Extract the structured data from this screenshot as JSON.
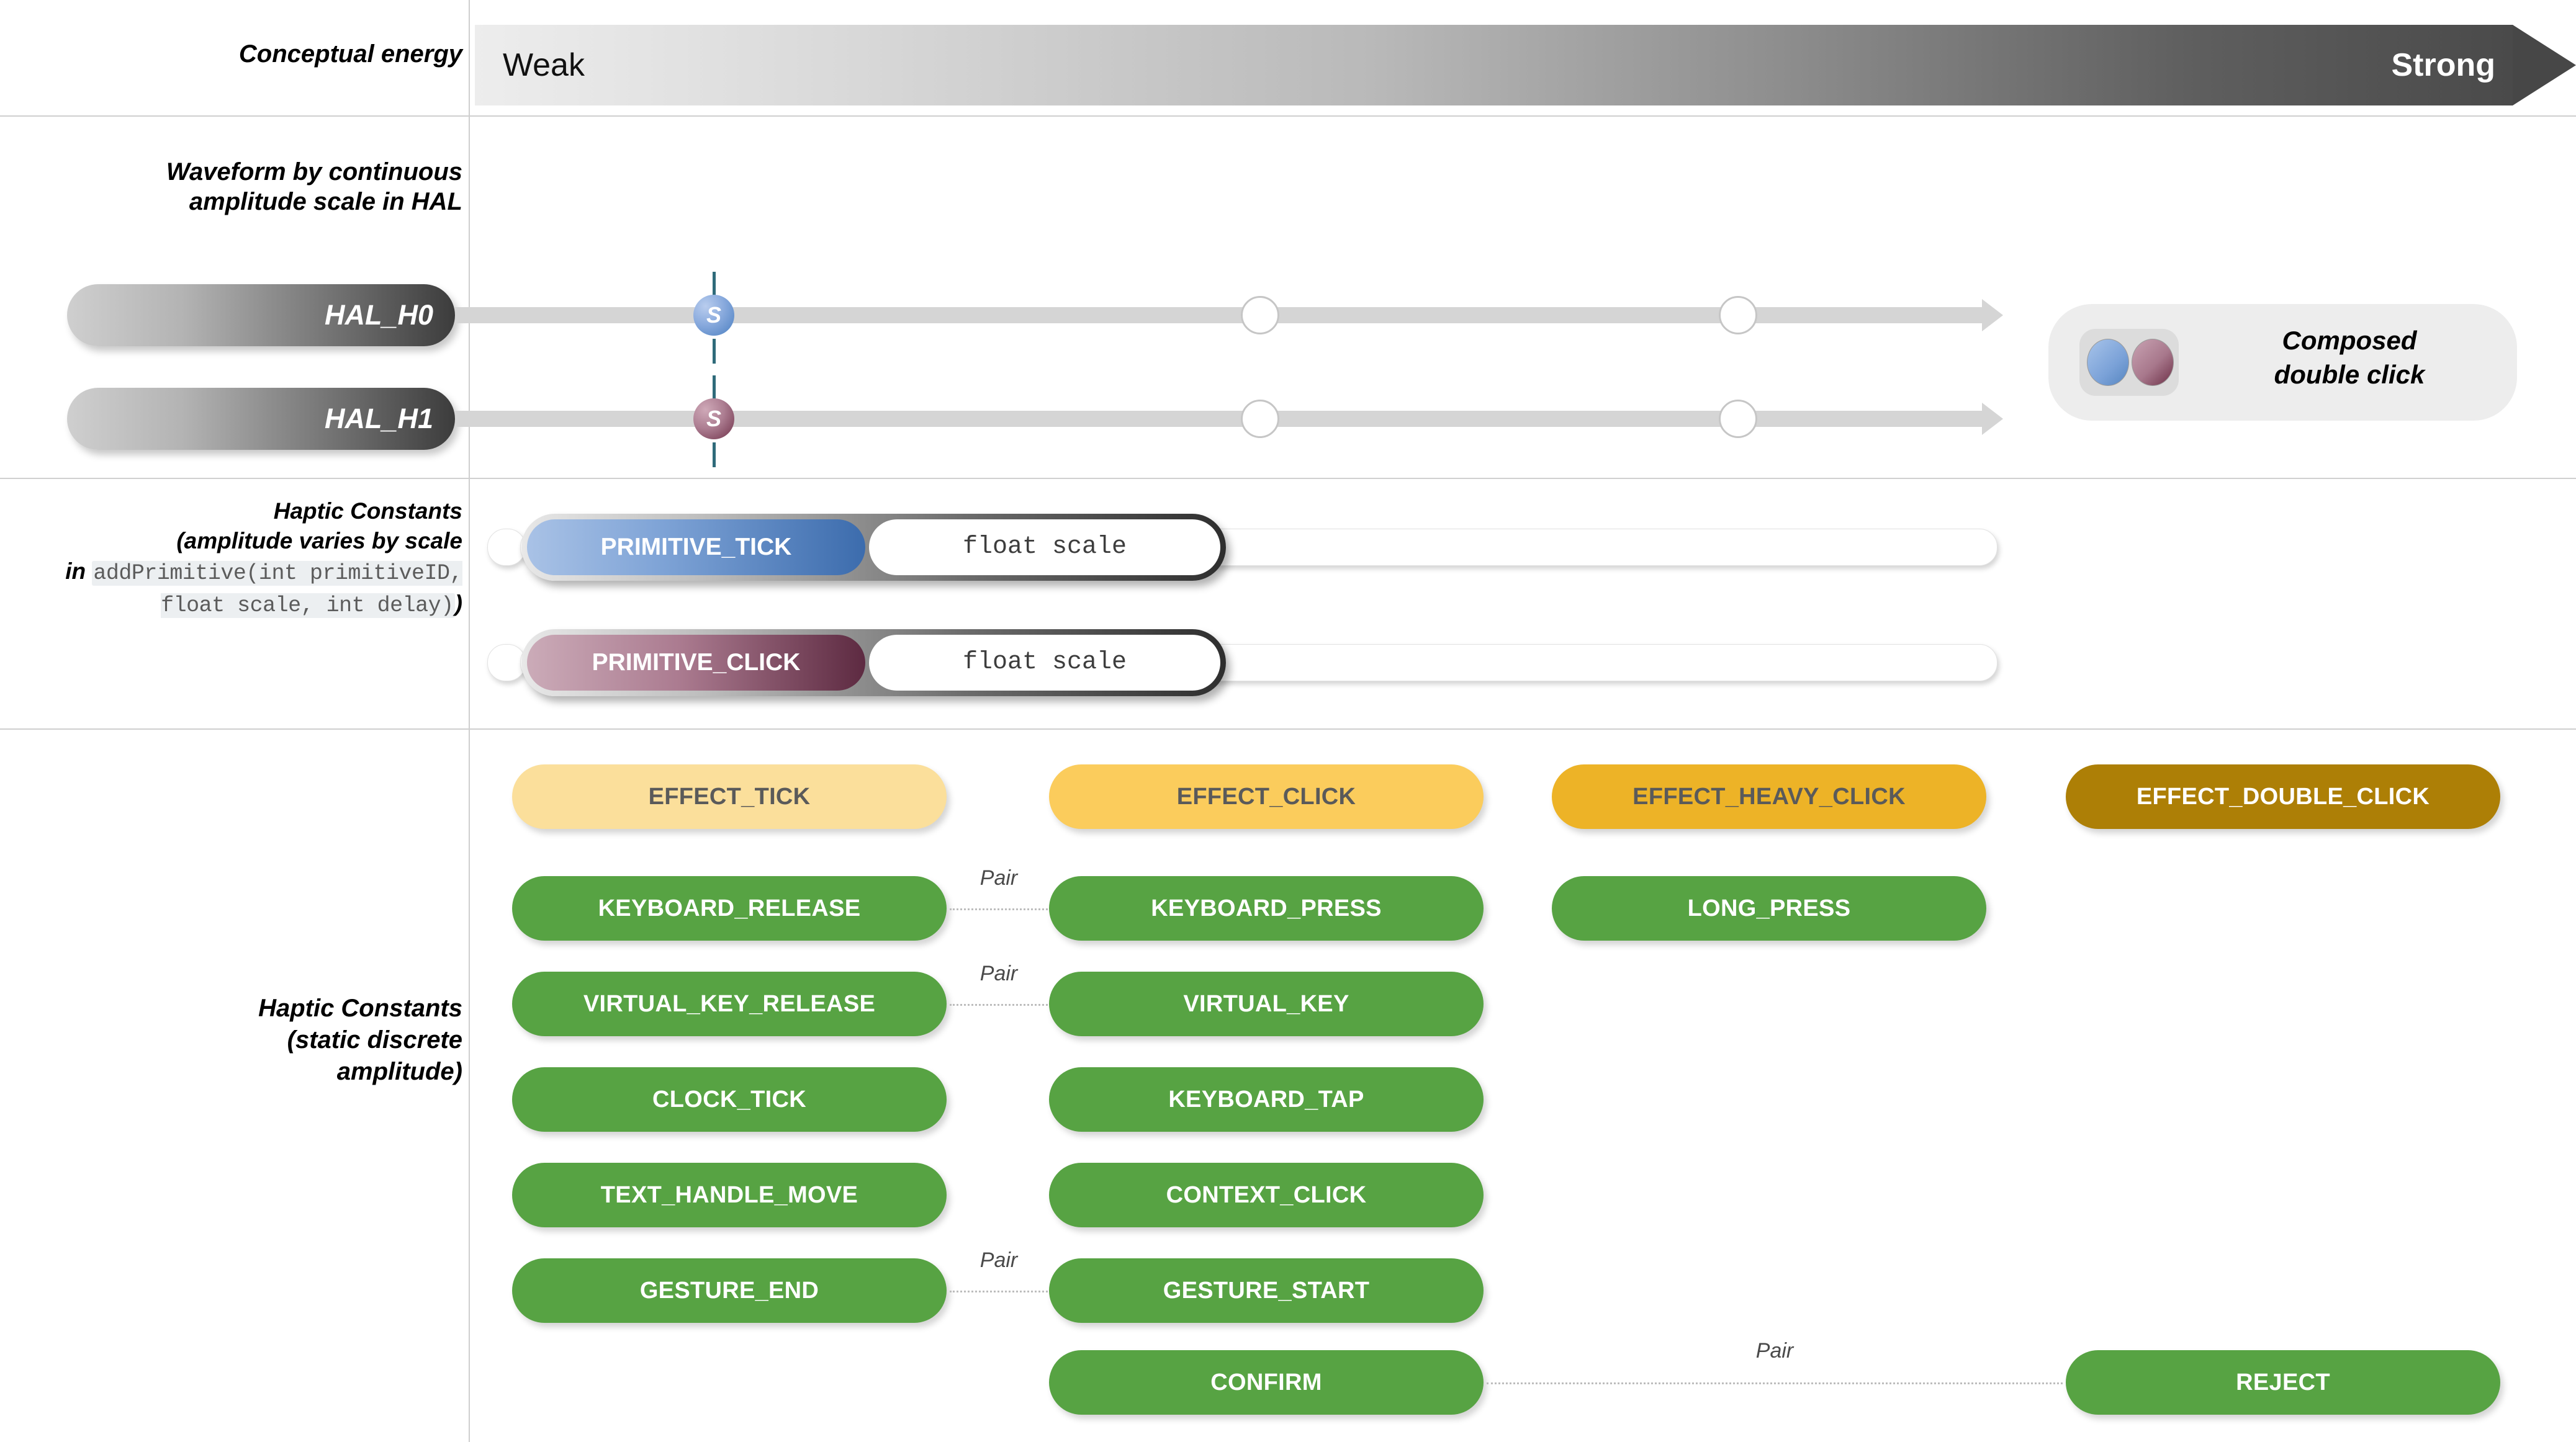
{
  "rows": {
    "conceptual_energy_label": "Conceptual energy",
    "waveform_label_line1": "Waveform by continuous",
    "waveform_label_line2": "amplitude scale in HAL",
    "haptic_scale_label_line1": "Haptic Constants",
    "haptic_scale_label_line2": "(amplitude varies by scale",
    "haptic_scale_label_line3_pre": "in ",
    "haptic_scale_code": "addPrimitive(int primitiveID, float scale, int delay)",
    "haptic_scale_label_tail": ")",
    "haptic_static_label_line1": "Haptic Constants",
    "haptic_static_label_line2": "(static discrete",
    "haptic_static_label_line3": "amplitude)"
  },
  "energy": {
    "weak": "Weak",
    "strong": "Strong",
    "gradient_from": "#ededed",
    "gradient_to": "#474747"
  },
  "hal": {
    "rows": [
      {
        "name": "HAL_H0",
        "marker": "S",
        "marker_color": "#4a7fc1"
      },
      {
        "name": "HAL_H1",
        "marker": "S",
        "marker_color": "#6e3048"
      }
    ],
    "composed": {
      "line1": "Composed",
      "line2": "double click",
      "dot1_color": "#5585c0",
      "dot2_color": "#6c2f46"
    }
  },
  "primitives": [
    {
      "name": "PRIMITIVE_TICK",
      "param": "float scale",
      "color": "#3c6cad"
    },
    {
      "name": "PRIMITIVE_CLICK",
      "param": "float scale",
      "color": "#5d2a41"
    }
  ],
  "effects": [
    {
      "label": "EFFECT_TICK",
      "color": "#fbdf9b",
      "text_color": "#5a5a5a"
    },
    {
      "label": "EFFECT_CLICK",
      "color": "#fbcc5c",
      "text_color": "#5a5a5a"
    },
    {
      "label": "EFFECT_HEAVY_CLICK",
      "color": "#edb327",
      "text_color": "#5a5a5a"
    },
    {
      "label": "EFFECT_DOUBLE_CLICK",
      "color": "#ad7f06",
      "text_color": "#ffffff"
    }
  ],
  "constants": {
    "color": "#57a343",
    "col1": [
      "KEYBOARD_RELEASE",
      "VIRTUAL_KEY_RELEASE",
      "CLOCK_TICK",
      "TEXT_HANDLE_MOVE",
      "GESTURE_END"
    ],
    "col2": [
      "KEYBOARD_PRESS",
      "VIRTUAL_KEY",
      "KEYBOARD_TAP",
      "CONTEXT_CLICK",
      "GESTURE_START",
      "CONFIRM"
    ],
    "col3": [
      "LONG_PRESS"
    ],
    "col4": [
      "REJECT"
    ]
  },
  "pairs": {
    "label": "Pair",
    "items": [
      {
        "left": "KEYBOARD_RELEASE",
        "right": "KEYBOARD_PRESS"
      },
      {
        "left": "VIRTUAL_KEY_RELEASE",
        "right": "VIRTUAL_KEY"
      },
      {
        "left": "GESTURE_END",
        "right": "GESTURE_START"
      },
      {
        "left": "CONFIRM",
        "right": "REJECT"
      }
    ]
  }
}
